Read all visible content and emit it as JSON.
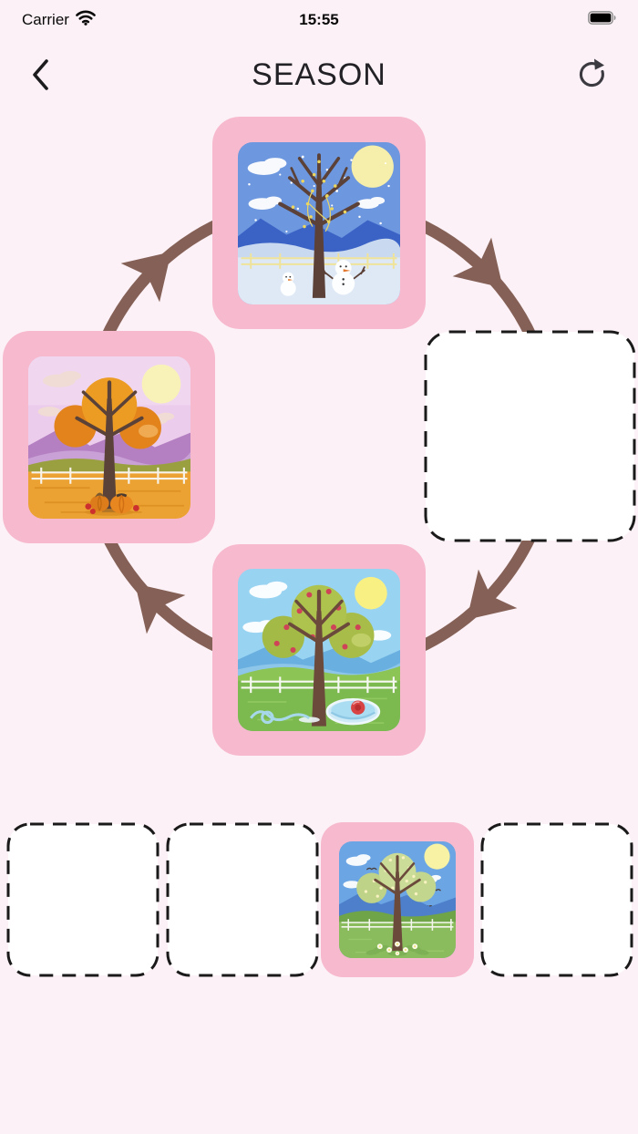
{
  "status_bar": {
    "carrier": "Carrier",
    "time": "15:55",
    "wifi_icon": "wifi-icon",
    "battery_icon": "battery-full-icon"
  },
  "nav_bar": {
    "title": "SEASON",
    "back_icon": "chevron-left-icon",
    "refresh_icon": "refresh-clockwise-icon"
  },
  "colors": {
    "page_background": "#FCF1F6",
    "card_pink": "#F7B9CE",
    "arrow_brown": "#846056",
    "slot_fill": "#FFFFFF",
    "slot_border": "#1A1A1A",
    "nav_text": "#222226"
  },
  "cycle": {
    "direction": "clockwise",
    "positions": [
      {
        "position": "top",
        "content": "winter-season-card"
      },
      {
        "position": "right",
        "content": "empty-drop-slot"
      },
      {
        "position": "bottom",
        "content": "summer-season-card"
      },
      {
        "position": "left",
        "content": "autumn-season-card"
      }
    ]
  },
  "tray": {
    "slots": [
      {
        "index": 1,
        "content": "empty-slot"
      },
      {
        "index": 2,
        "content": "empty-slot"
      },
      {
        "index": 3,
        "content": "spring-season-card"
      },
      {
        "index": 4,
        "content": "empty-slot"
      }
    ]
  }
}
